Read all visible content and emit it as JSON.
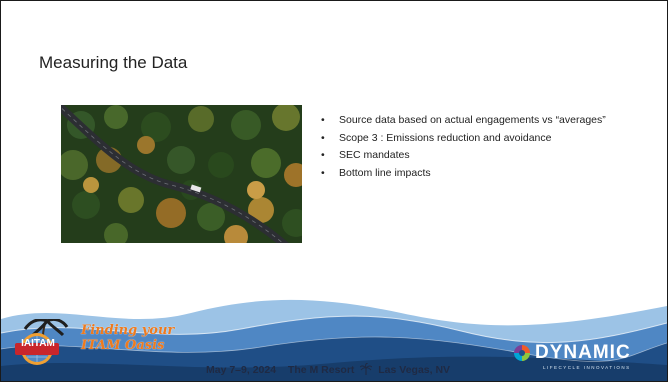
{
  "slide": {
    "title": "Measuring the Data",
    "bullets": [
      "Source data based on actual engagements vs “averages”",
      "Scope 3 : Emissions reduction and avoidance",
      "SEC mandates",
      "Bottom line impacts"
    ],
    "bullet_glyph": "•"
  },
  "footer": {
    "tagline_line1": "Finding your",
    "tagline_line2": "ITAM Oasis",
    "event_dates": "May 7–9, 2024",
    "event_venue": "The M Resort",
    "event_city": "Las Vegas, NV",
    "badge_text": "IAITAM",
    "brand_name": "DYNAMIC",
    "brand_tagline": "LIFECYCLE INNOVATIONS"
  },
  "colors": {
    "wave_dark": "#1f4e86",
    "wave_mid": "#4f87c4",
    "wave_light": "#9cc3e6",
    "tagline": "#ee7a1e",
    "badge_red": "#c8262c",
    "badge_ring": "#f0a033",
    "text": "#222222"
  }
}
